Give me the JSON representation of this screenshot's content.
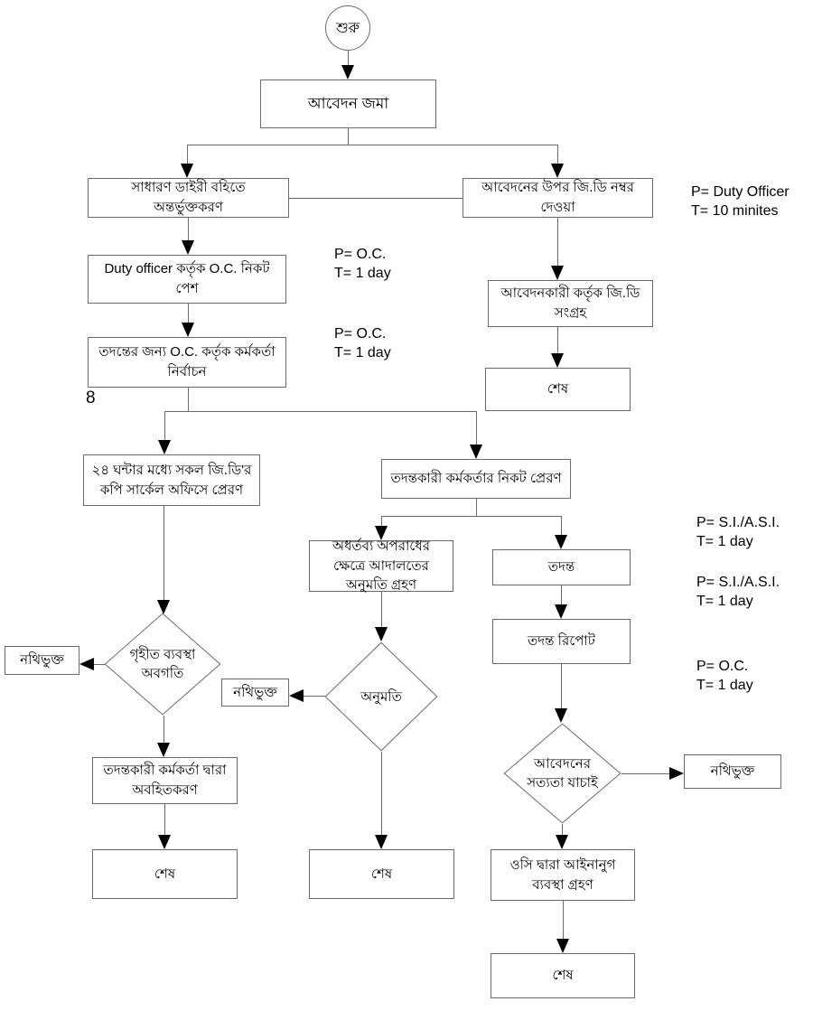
{
  "colors": {
    "box_border": "#6b6b6b",
    "connector": "#6b6b6b",
    "arrow": "#000000",
    "text": "#000000",
    "background": "#ffffff"
  },
  "nodes": {
    "start": {
      "label": "শুরু"
    },
    "submit_application": {
      "label": "আবেদন জমা"
    },
    "gd_book_entry": {
      "label": "সাধারণ ডাইরী বহিতে অন্তর্ভুক্তকরণ"
    },
    "gd_number_on_application": {
      "label": "আবেদনের উপর জি.ডি নম্বর দেওয়া"
    },
    "duty_officer_to_oc": {
      "label": "Duty officer কর্তৃক O.C. নিকট পেশ"
    },
    "officer_selection": {
      "label": "তদন্তের জন্য O.C. কর্তৃক কর্মকর্তা নির্বাচন"
    },
    "page_number": "8",
    "applicant_collects_gd": {
      "label": "আবেদনকারী কর্তৃক জি.ডি সংগ্রহ"
    },
    "end_right_top": {
      "label": "শেষ"
    },
    "copies_to_circle_office": {
      "label": "২৪ ঘন্টার মধ্যে সকল জি.ডি'র কপি সার্কেল অফিসে প্রেরণ"
    },
    "send_to_io": {
      "label": "তদন্তকারী কর্মকর্তার নিকট প্রেরণ"
    },
    "court_permission": {
      "label": "অধর্তব্য অপরাধের ক্ষেত্রে আদালতের অনুমতি গ্রহণ"
    },
    "investigation": {
      "label": "তদন্ত"
    },
    "action_taken_notice": {
      "label": "গৃহীত ব্যবস্থা অবগতি"
    },
    "recorded_left": {
      "label": "নথিভুক্ত"
    },
    "permission": {
      "label": "অনুমতি"
    },
    "recorded_middle": {
      "label": "নথিভুক্ত"
    },
    "inform_by_io": {
      "label": "তদন্তকারী কর্মকর্তা দ্বারা অবহিতকরণ"
    },
    "end_left": {
      "label": "শেষ"
    },
    "end_middle": {
      "label": "শেষ"
    },
    "investigation_report": {
      "label": "তদন্ত রিপোট"
    },
    "verify_application": {
      "label": "আবেদনের সত্যতা যাচাই"
    },
    "recorded_right": {
      "label": "নথিভুক্ত"
    },
    "oc_legal_action": {
      "label": "ওসি দ্বারা আইনানুগ ব্যবস্থা গ্রহণ"
    },
    "end_bottom_right": {
      "label": "শেষ"
    }
  },
  "annotations": {
    "duty_officer": {
      "line1": "P= Duty Officer",
      "line2": "T= 10 minites"
    },
    "oc_1day_a": {
      "line1": "P= O.C.",
      "line2": "T= 1 day"
    },
    "oc_1day_b": {
      "line1": "P= O.C.",
      "line2": "T= 1 day"
    },
    "si_asi_a": {
      "line1": "P= S.I./A.S.I.",
      "line2": "T= 1 day"
    },
    "si_asi_b": {
      "line1": "P= S.I./A.S.I.",
      "line2": "T= 1 day"
    },
    "oc_1day_c": {
      "line1": "P= O.C.",
      "line2": "T= 1 day"
    }
  }
}
